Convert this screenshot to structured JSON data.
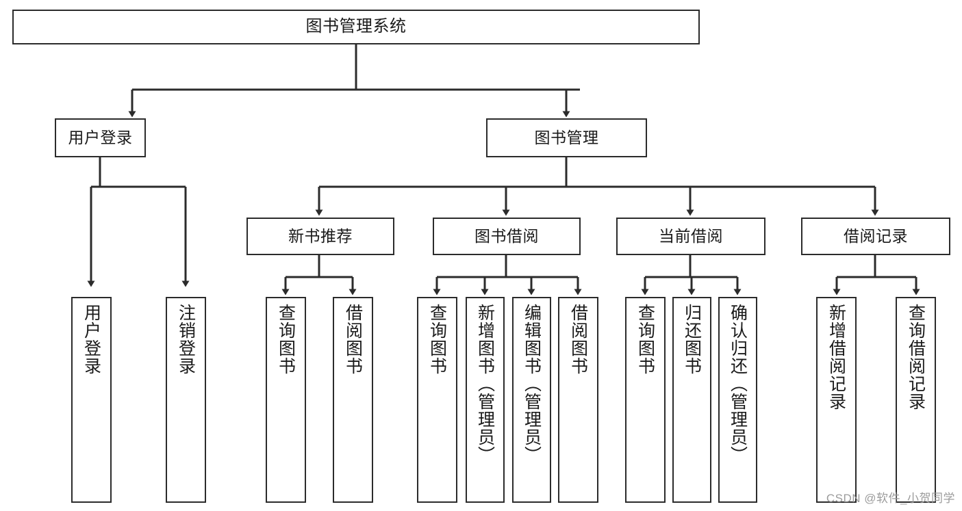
{
  "diagram": {
    "type": "tree",
    "title_text": "图书管理系统",
    "watermark": "CSDN @软件_小贺同学",
    "colors": {
      "stroke": "#2b2b2b",
      "fill": "#ffffff",
      "text": "#1a1a1a",
      "watermark": "#9b9b9b"
    },
    "nodes": {
      "root": {
        "label": "图书管理系统",
        "level": 0,
        "orientation": "horizontal"
      },
      "user_login": {
        "label": "用户登录",
        "level": 1,
        "orientation": "horizontal"
      },
      "book_manage": {
        "label": "图书管理",
        "level": 1,
        "orientation": "horizontal"
      },
      "new_book_rec": {
        "label": "新书推荐",
        "level": 2,
        "orientation": "horizontal"
      },
      "book_borrow": {
        "label": "图书借阅",
        "level": 2,
        "orientation": "horizontal"
      },
      "current_borrow": {
        "label": "当前借阅",
        "level": 2,
        "orientation": "horizontal"
      },
      "borrow_record": {
        "label": "借阅记录",
        "level": 2,
        "orientation": "horizontal"
      },
      "leaf_user_login": {
        "label": "用户登录",
        "level": 3,
        "orientation": "vertical"
      },
      "leaf_logout": {
        "label": "注销登录",
        "level": 3,
        "orientation": "vertical"
      },
      "leaf_query_book_1": {
        "label": "查询图书",
        "level": 3,
        "orientation": "vertical"
      },
      "leaf_borrow_book_1": {
        "label": "借阅图书",
        "level": 3,
        "orientation": "vertical"
      },
      "leaf_query_book_2": {
        "label": "查询图书",
        "level": 3,
        "orientation": "vertical"
      },
      "leaf_add_book": {
        "label": "新增图书（管理员）",
        "level": 3,
        "orientation": "vertical"
      },
      "leaf_edit_book": {
        "label": "编辑图书（管理员）",
        "level": 3,
        "orientation": "vertical"
      },
      "leaf_borrow_book_2": {
        "label": "借阅图书",
        "level": 3,
        "orientation": "vertical"
      },
      "leaf_query_book_3": {
        "label": "查询图书",
        "level": 3,
        "orientation": "vertical"
      },
      "leaf_return_book": {
        "label": "归还图书",
        "level": 3,
        "orientation": "vertical"
      },
      "leaf_confirm_return": {
        "label": "确认归还（管理员）",
        "level": 3,
        "orientation": "vertical"
      },
      "leaf_add_record": {
        "label": "新增借阅记录",
        "level": 3,
        "orientation": "vertical"
      },
      "leaf_query_record": {
        "label": "查询借阅记录",
        "level": 3,
        "orientation": "vertical"
      }
    },
    "edges": [
      {
        "from": "root",
        "to": "user_login"
      },
      {
        "from": "root",
        "to": "book_manage"
      },
      {
        "from": "book_manage",
        "to": "new_book_rec"
      },
      {
        "from": "book_manage",
        "to": "book_borrow"
      },
      {
        "from": "book_manage",
        "to": "current_borrow"
      },
      {
        "from": "book_manage",
        "to": "borrow_record"
      },
      {
        "from": "user_login",
        "to": "leaf_user_login"
      },
      {
        "from": "user_login",
        "to": "leaf_logout"
      },
      {
        "from": "new_book_rec",
        "to": "leaf_query_book_1"
      },
      {
        "from": "new_book_rec",
        "to": "leaf_borrow_book_1"
      },
      {
        "from": "book_borrow",
        "to": "leaf_query_book_2"
      },
      {
        "from": "book_borrow",
        "to": "leaf_add_book"
      },
      {
        "from": "book_borrow",
        "to": "leaf_edit_book"
      },
      {
        "from": "book_borrow",
        "to": "leaf_borrow_book_2"
      },
      {
        "from": "current_borrow",
        "to": "leaf_query_book_3"
      },
      {
        "from": "current_borrow",
        "to": "leaf_return_book"
      },
      {
        "from": "current_borrow",
        "to": "leaf_confirm_return"
      },
      {
        "from": "borrow_record",
        "to": "leaf_add_record"
      },
      {
        "from": "borrow_record",
        "to": "leaf_query_record"
      }
    ]
  }
}
